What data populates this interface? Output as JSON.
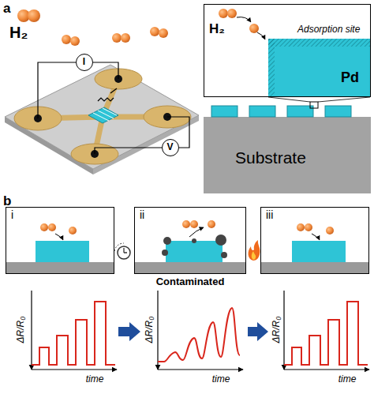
{
  "diagram": {
    "nodes": [
      {
        "text": [
          "H₂",
          "Adsorption site"
        ]
      },
      {
        "text": [
          "Pd"
        ],
        "in": 0
      },
      {
        "text": [
          "Substrate"
        ]
      },
      {
        "text": [
          "I"
        ]
      },
      {
        "text": [
          "V"
        ]
      },
      {
        "text": [
          "i"
        ]
      },
      {
        "text": [
          "ii",
          "Contaminated"
        ]
      },
      {
        "text": [
          "iii"
        ]
      }
    ],
    "labels": [
      "a",
      "H₂",
      "b",
      "ΔR/R₀",
      "ΔR/R₀",
      "ΔR/R₀",
      "time",
      "time",
      "time"
    ]
  }
}
